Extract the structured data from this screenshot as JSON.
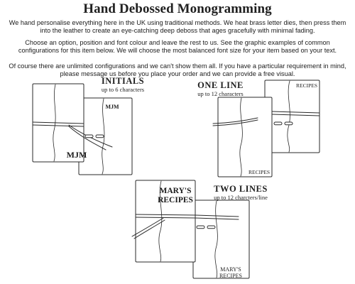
{
  "header": {
    "title": "Hand Debossed Monogramming"
  },
  "intro": {
    "paragraph_1": "We hand personalise everything here in the UK using traditional methods. We heat brass letter dies, then press them into the leather to create an eye-catching deep deboss that ages gracefully with minimal fading.",
    "paragraph_2": "Choose an option, position and font colour and leave the rest to us. See the graphic examples of common configurations for this item below. We will choose the most balanced font size for your item based on your text.",
    "paragraph_3": "Of course there are unlimited configurations and we can't show them all. If you have a particular requirement in mind, please message  us before you place your order and we can provide a free visual."
  },
  "options": {
    "initials": {
      "title": "INITIALS",
      "subtitle": "up to 6 characters",
      "front_example": "MJM",
      "back_example": "MJM"
    },
    "one_line": {
      "title": "ONE LINE",
      "subtitle": "up to 12 characters",
      "front_example": "RECIPES",
      "back_example": "RECIPES"
    },
    "two_lines": {
      "title": "TWO LINES",
      "subtitle": "up to 12 charcters/line",
      "front_line_1": "MARY'S",
      "front_line_2": "RECIPES",
      "back_line_1": "MARY'S",
      "back_line_2": "RECIPES"
    }
  },
  "colors": {
    "line": "#2a2a2a",
    "text": "#1f1f1f",
    "background": "#ffffff"
  }
}
